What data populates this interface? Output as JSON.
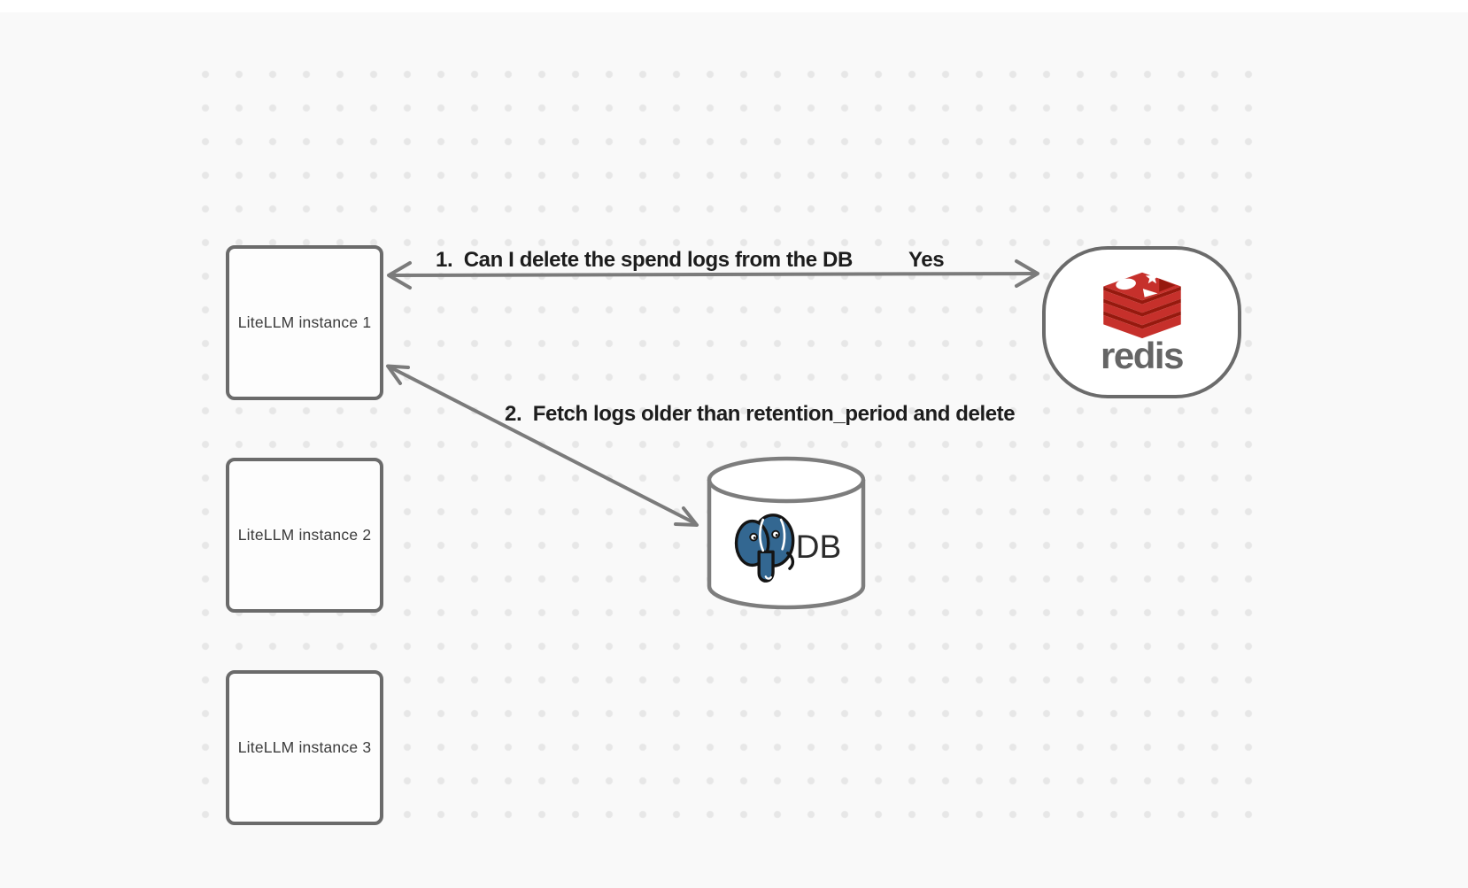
{
  "diagram": {
    "background_color": "#f9f9f9",
    "dot_grid_color": "#e7e7e7",
    "node_stroke_color": "#6b6b6b",
    "arrow_color": "#7b7b7b",
    "edge_label_color": "#1d1d1d"
  },
  "nodes": {
    "instances": [
      {
        "label": "LiteLLM instance 1"
      },
      {
        "label": "LiteLLM instance 2"
      },
      {
        "label": "LiteLLM instance 3"
      }
    ],
    "redis": {
      "wordmark": "redis",
      "icon": "redis-logo-icon",
      "red": "#c6302b",
      "dark_red": "#96190e",
      "wordmark_color": "#656565"
    },
    "db": {
      "label": "DB",
      "icon": "postgresql-elephant-icon",
      "blue": "#336791"
    }
  },
  "edges": [
    {
      "from": "LiteLLM instance 1",
      "to": "redis",
      "direction": "bidirectional",
      "label": "1.  Can I delete the spend logs from the DB",
      "response_label": "Yes"
    },
    {
      "from": "LiteLLM instance 1",
      "to": "DB",
      "direction": "bidirectional",
      "label": "2.  Fetch logs older than retention_period and delete"
    }
  ]
}
